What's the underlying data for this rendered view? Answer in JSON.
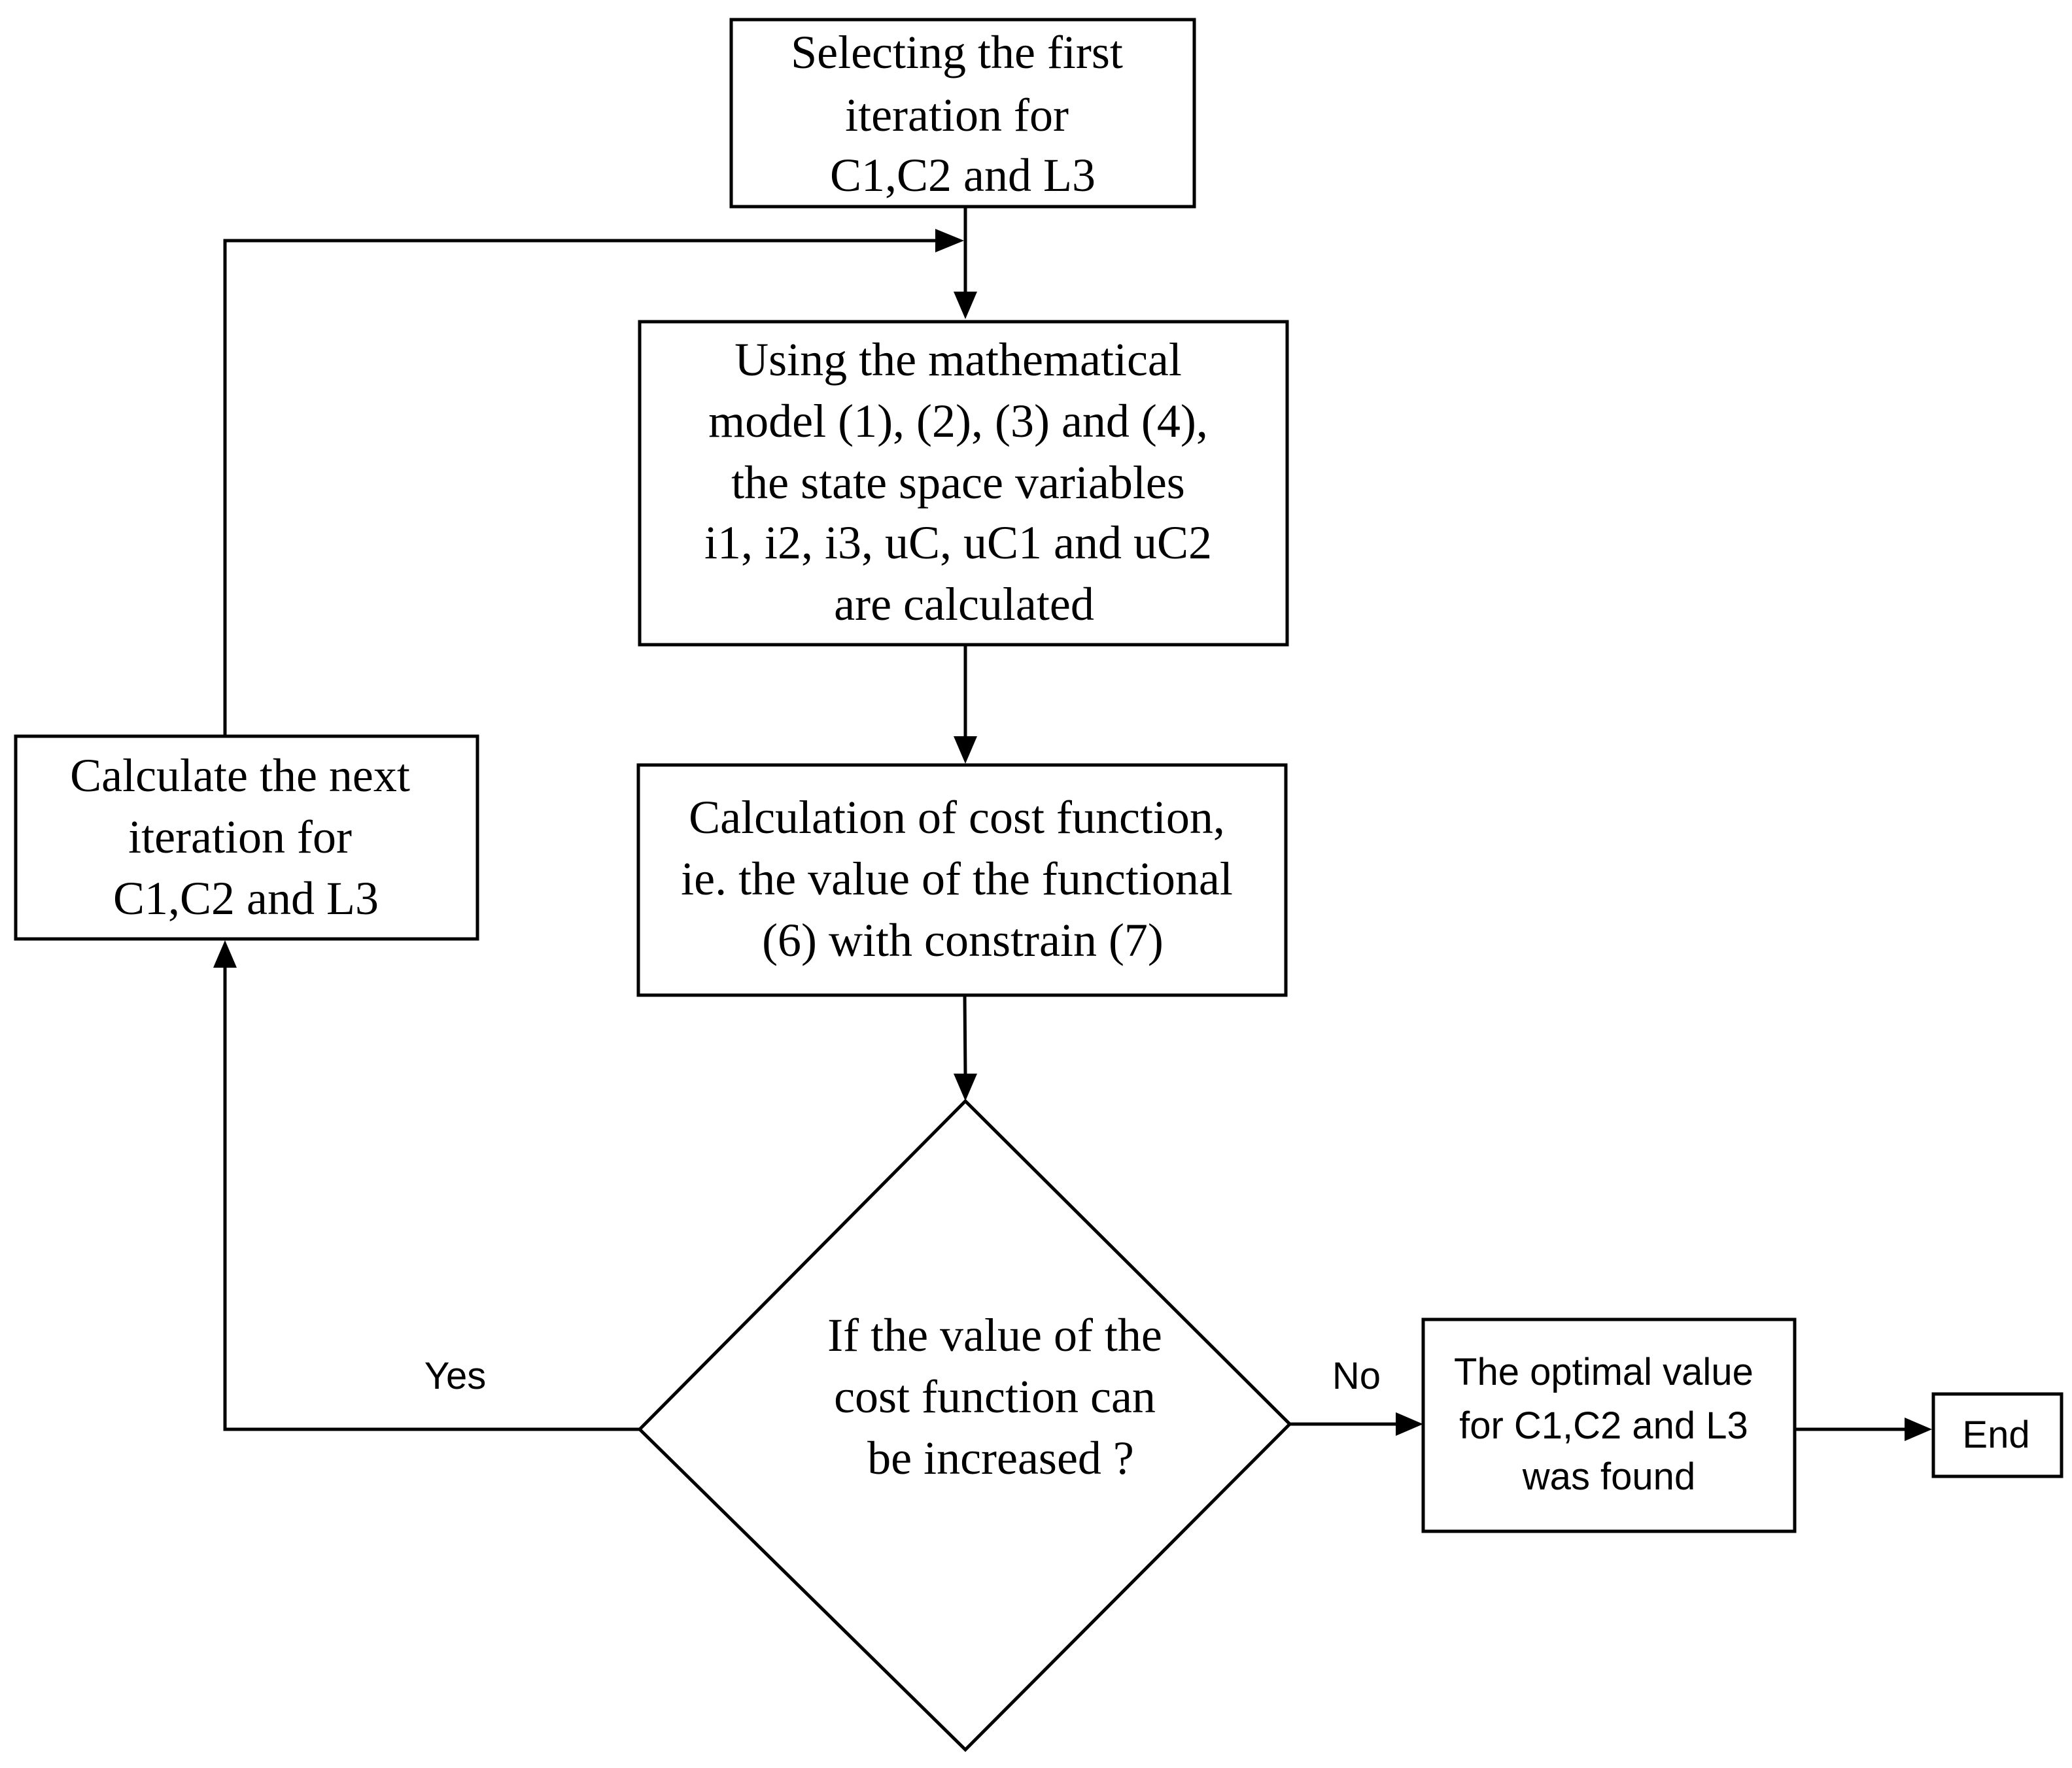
{
  "nodes": {
    "start": {
      "lines": [
        "Selecting the first",
        "iteration for",
        "C1,C2 and L3"
      ]
    },
    "model": {
      "lines": [
        "Using the mathematical",
        "model (1), (2), (3) and (4),",
        "the state space variables",
        "i1, i2, i3, uC, uC1 and uC2",
        "are calculated"
      ]
    },
    "cost": {
      "lines": [
        "Calculation of cost function,",
        "ie. the value of the functional",
        "(6) with constrain (7)"
      ]
    },
    "next": {
      "lines": [
        "Calculate the next",
        "iteration for",
        "C1,C2 and L3"
      ]
    },
    "decision": {
      "lines": [
        "If the value of the",
        "cost function can",
        "be increased ?"
      ]
    },
    "result": {
      "lines": [
        "The optimal value",
        "for C1,C2 and L3",
        "was found"
      ]
    },
    "end": {
      "lines": [
        "End"
      ]
    }
  },
  "edges": {
    "yes_label": "Yes",
    "no_label": "No"
  }
}
